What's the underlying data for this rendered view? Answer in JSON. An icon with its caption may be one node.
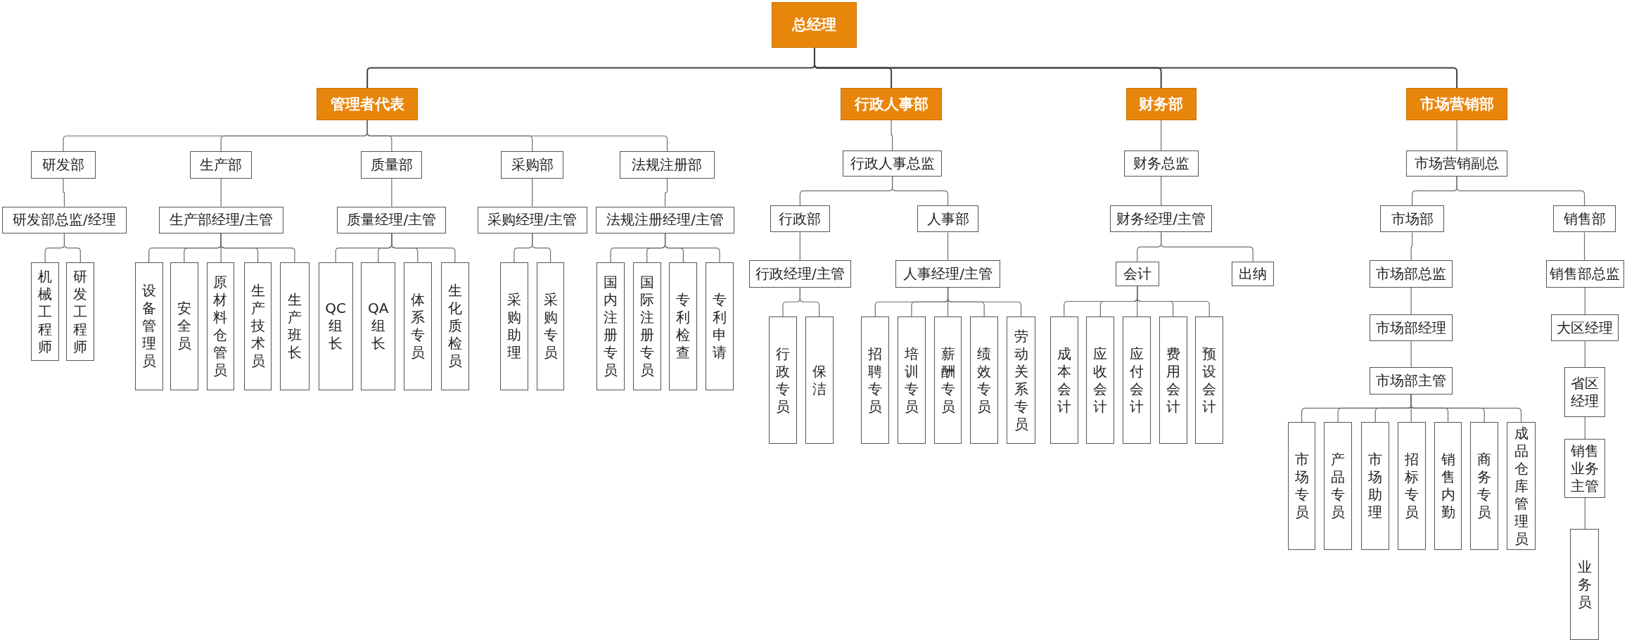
{
  "diagram": {
    "nodes": [
      {
        "text": [
          "总经理"
        ]
      },
      {
        "text": [
          "管理者代表"
        ]
      },
      {
        "text": [
          "行政人事部"
        ]
      },
      {
        "text": [
          "财务部"
        ]
      },
      {
        "text": [
          "市场营销部"
        ]
      },
      {
        "text": [
          "研发部"
        ]
      },
      {
        "text": [
          "生产部"
        ]
      },
      {
        "text": [
          "质量部"
        ]
      },
      {
        "text": [
          "采购部"
        ]
      },
      {
        "text": [
          "法规注册部"
        ]
      },
      {
        "text": [
          "研发部总监/经理"
        ]
      },
      {
        "text": [
          "生产部经理/主管"
        ]
      },
      {
        "text": [
          "质量经理/主管"
        ]
      },
      {
        "text": [
          "采购经理/主管"
        ]
      },
      {
        "text": [
          "法规注册经理/主管"
        ]
      },
      {
        "text": [
          "机械工程师"
        ]
      },
      {
        "text": [
          "研发工程师"
        ]
      },
      {
        "text": [
          "设备管理员"
        ]
      },
      {
        "text": [
          "安全员"
        ]
      },
      {
        "text": [
          "原材料仓管员"
        ]
      },
      {
        "text": [
          "生产技术员"
        ]
      },
      {
        "text": [
          "生产班长"
        ]
      },
      {
        "text": [
          "QC组长"
        ]
      },
      {
        "text": [
          "QA组长"
        ]
      },
      {
        "text": [
          "体系专员"
        ]
      },
      {
        "text": [
          "生化质检员"
        ]
      },
      {
        "text": [
          "采购助理"
        ]
      },
      {
        "text": [
          "采购专员"
        ]
      },
      {
        "text": [
          "国内注册专员"
        ]
      },
      {
        "text": [
          "国际注册专员"
        ]
      },
      {
        "text": [
          "专利检查"
        ]
      },
      {
        "text": [
          "专利申请"
        ]
      },
      {
        "text": [
          "行政人事总监"
        ]
      },
      {
        "text": [
          "行政部"
        ]
      },
      {
        "text": [
          "人事部"
        ]
      },
      {
        "text": [
          "行政经理/主管"
        ]
      },
      {
        "text": [
          "人事经理/主管"
        ]
      },
      {
        "text": [
          "行政专员"
        ]
      },
      {
        "text": [
          "保洁"
        ]
      },
      {
        "text": [
          "招聘专员"
        ]
      },
      {
        "text": [
          "培训专员"
        ]
      },
      {
        "text": [
          "薪酬专员"
        ]
      },
      {
        "text": [
          "绩效专员"
        ]
      },
      {
        "text": [
          "劳动关系专员"
        ]
      },
      {
        "text": [
          "财务总监"
        ]
      },
      {
        "text": [
          "财务经理/主管"
        ]
      },
      {
        "text": [
          "会计"
        ]
      },
      {
        "text": [
          "出纳"
        ]
      },
      {
        "text": [
          "成本会计"
        ]
      },
      {
        "text": [
          "应收会计"
        ]
      },
      {
        "text": [
          "应付会计"
        ]
      },
      {
        "text": [
          "费用会计"
        ]
      },
      {
        "text": [
          "预设会计"
        ]
      },
      {
        "text": [
          "市场营销副总"
        ]
      },
      {
        "text": [
          "市场部"
        ]
      },
      {
        "text": [
          "销售部"
        ]
      },
      {
        "text": [
          "市场部总监"
        ]
      },
      {
        "text": [
          "市场部经理"
        ]
      },
      {
        "text": [
          "市场部主管"
        ]
      },
      {
        "text": [
          "市场专员"
        ]
      },
      {
        "text": [
          "产品专员"
        ]
      },
      {
        "text": [
          "市场助理"
        ]
      },
      {
        "text": [
          "招标专员"
        ]
      },
      {
        "text": [
          "销售内勤"
        ]
      },
      {
        "text": [
          "商务专员"
        ]
      },
      {
        "text": [
          "成品仓库管理员"
        ]
      },
      {
        "text": [
          "销售部总监"
        ]
      },
      {
        "text": [
          "大区经理"
        ]
      },
      {
        "text": [
          "省区经理"
        ]
      },
      {
        "text": [
          "销售业务主管"
        ]
      },
      {
        "text": [
          "业务员"
        ]
      }
    ],
    "edges": [
      {
        "from": 0,
        "to": 1,
        "arrow": "none",
        "color": "#404040"
      },
      {
        "from": 0,
        "to": 2,
        "arrow": "none",
        "color": "#404040"
      },
      {
        "from": 0,
        "to": 3,
        "arrow": "none",
        "color": "#404040"
      },
      {
        "from": 0,
        "to": 4,
        "arrow": "none",
        "color": "#404040"
      },
      {
        "from": 1,
        "to": 5,
        "arrow": "none"
      },
      {
        "from": 1,
        "to": 6,
        "arrow": "none"
      },
      {
        "from": 1,
        "to": 7,
        "arrow": "none"
      },
      {
        "from": 1,
        "to": 8,
        "arrow": "none"
      },
      {
        "from": 1,
        "to": 9,
        "arrow": "none"
      },
      {
        "from": 5,
        "to": 10,
        "arrow": "none"
      },
      {
        "from": 6,
        "to": 11,
        "arrow": "none"
      },
      {
        "from": 7,
        "to": 12,
        "arrow": "none"
      },
      {
        "from": 8,
        "to": 13,
        "arrow": "none"
      },
      {
        "from": 9,
        "to": 14,
        "arrow": "none"
      },
      {
        "from": 10,
        "to": 15,
        "arrow": "none"
      },
      {
        "from": 10,
        "to": 16,
        "arrow": "none"
      },
      {
        "from": 11,
        "to": 17,
        "arrow": "none"
      },
      {
        "from": 11,
        "to": 18,
        "arrow": "none"
      },
      {
        "from": 11,
        "to": 19,
        "arrow": "none"
      },
      {
        "from": 11,
        "to": 20,
        "arrow": "none"
      },
      {
        "from": 11,
        "to": 21,
        "arrow": "none"
      },
      {
        "from": 12,
        "to": 22,
        "arrow": "none"
      },
      {
        "from": 12,
        "to": 23,
        "arrow": "none"
      },
      {
        "from": 12,
        "to": 24,
        "arrow": "none"
      },
      {
        "from": 12,
        "to": 25,
        "arrow": "none"
      },
      {
        "from": 13,
        "to": 26,
        "arrow": "none"
      },
      {
        "from": 13,
        "to": 27,
        "arrow": "none"
      },
      {
        "from": 14,
        "to": 28,
        "arrow": "none"
      },
      {
        "from": 14,
        "to": 29,
        "arrow": "none"
      },
      {
        "from": 14,
        "to": 30,
        "arrow": "none"
      },
      {
        "from": 14,
        "to": 31,
        "arrow": "none"
      },
      {
        "from": 2,
        "to": 32,
        "arrow": "none"
      },
      {
        "from": 32,
        "to": 33,
        "arrow": "none"
      },
      {
        "from": 32,
        "to": 34,
        "arrow": "none"
      },
      {
        "from": 33,
        "to": 35,
        "arrow": "none"
      },
      {
        "from": 34,
        "to": 36,
        "arrow": "none"
      },
      {
        "from": 35,
        "to": 37,
        "arrow": "none"
      },
      {
        "from": 35,
        "to": 38,
        "arrow": "none"
      },
      {
        "from": 36,
        "to": 39,
        "arrow": "none"
      },
      {
        "from": 36,
        "to": 40,
        "arrow": "none"
      },
      {
        "from": 36,
        "to": 41,
        "arrow": "none"
      },
      {
        "from": 36,
        "to": 42,
        "arrow": "none"
      },
      {
        "from": 36,
        "to": 43,
        "arrow": "none"
      },
      {
        "from": 3,
        "to": 44,
        "arrow": "none"
      },
      {
        "from": 44,
        "to": 45,
        "arrow": "none"
      },
      {
        "from": 45,
        "to": 46,
        "arrow": "none"
      },
      {
        "from": 45,
        "to": 47,
        "arrow": "none"
      },
      {
        "from": 46,
        "to": 48,
        "arrow": "none"
      },
      {
        "from": 46,
        "to": 49,
        "arrow": "none"
      },
      {
        "from": 46,
        "to": 50,
        "arrow": "none"
      },
      {
        "from": 46,
        "to": 51,
        "arrow": "none"
      },
      {
        "from": 46,
        "to": 52,
        "arrow": "none"
      },
      {
        "from": 4,
        "to": 53,
        "arrow": "none"
      },
      {
        "from": 53,
        "to": 54,
        "arrow": "none"
      },
      {
        "from": 53,
        "to": 55,
        "arrow": "none"
      },
      {
        "from": 54,
        "to": 56,
        "arrow": "none"
      },
      {
        "from": 56,
        "to": 57,
        "arrow": "none"
      },
      {
        "from": 57,
        "to": 58,
        "arrow": "none"
      },
      {
        "from": 58,
        "to": 59,
        "arrow": "none"
      },
      {
        "from": 58,
        "to": 60,
        "arrow": "none"
      },
      {
        "from": 58,
        "to": 61,
        "arrow": "none"
      },
      {
        "from": 58,
        "to": 62,
        "arrow": "none"
      },
      {
        "from": 58,
        "to": 63,
        "arrow": "none"
      },
      {
        "from": 58,
        "to": 64,
        "arrow": "none"
      },
      {
        "from": 58,
        "to": 65,
        "arrow": "none"
      },
      {
        "from": 55,
        "to": 66,
        "arrow": "none"
      },
      {
        "from": 66,
        "to": 67,
        "arrow": "none"
      },
      {
        "from": 67,
        "to": 68,
        "arrow": "none"
      },
      {
        "from": 68,
        "to": 69,
        "arrow": "none"
      },
      {
        "from": 69,
        "to": 70,
        "arrow": "none"
      }
    ]
  }
}
